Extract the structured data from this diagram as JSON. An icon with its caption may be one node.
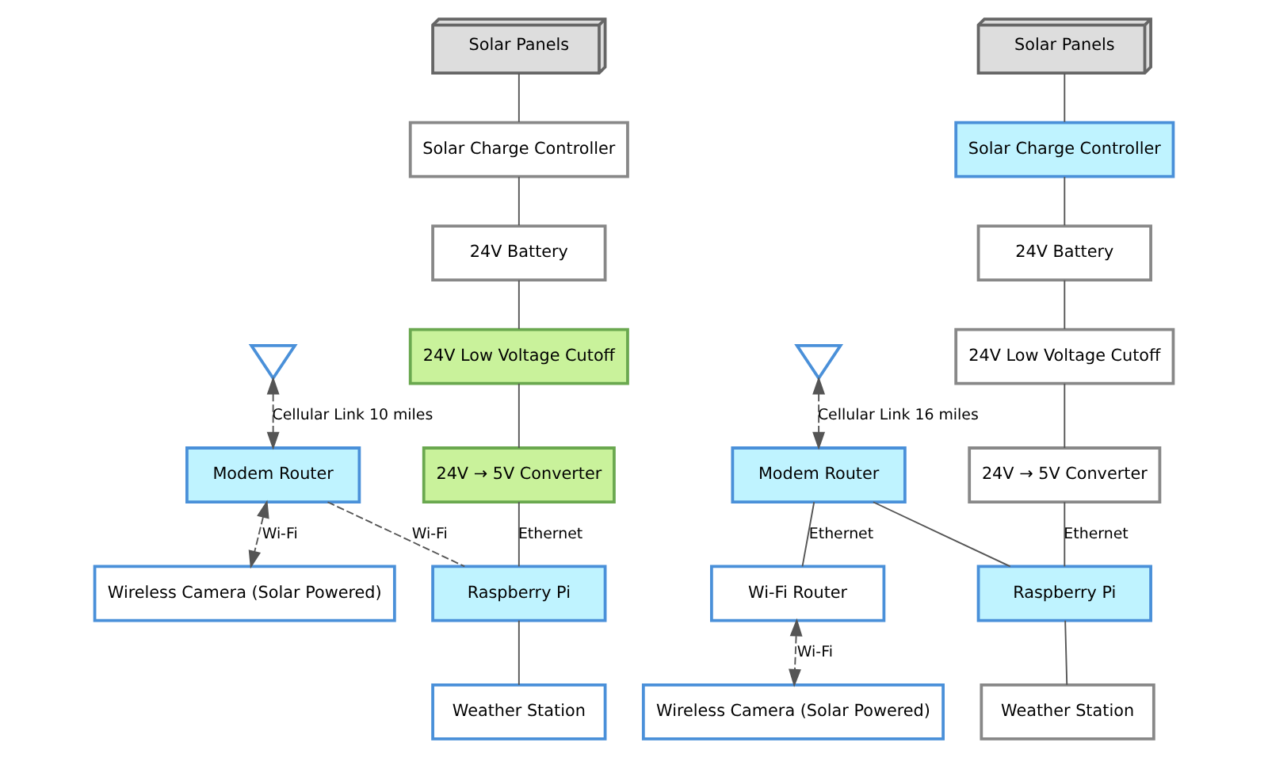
{
  "diagram": {
    "nodes": [
      {
        "text": [],
        "shape": "picture"
      },
      {
        "text": [
          "Modem Router"
        ]
      },
      {
        "text": [
          "Wireless Camera (Solar Powered)"
        ]
      },
      {
        "text": [
          "Raspberry Pi"
        ]
      },
      {
        "text": [
          "Weather Station"
        ]
      },
      {
        "text": [
          "24V → 5V Converter"
        ]
      },
      {
        "text": [
          "Solar Charge Controller"
        ]
      },
      {
        "text": [
          "24V Low Voltage Cutoff"
        ]
      },
      {
        "text": [
          "Solar Panels"
        ]
      },
      {
        "text": [
          "24V Battery"
        ]
      },
      {
        "text": [],
        "shape": "picture"
      },
      {
        "text": [
          "Modem Router"
        ]
      },
      {
        "text": [
          "Wi-Fi Router"
        ]
      },
      {
        "text": [
          "Wireless Camera (Solar Powered)"
        ]
      },
      {
        "text": [
          "Raspberry Pi"
        ]
      },
      {
        "text": [
          "24V → 5V Converter"
        ]
      },
      {
        "text": [
          "Weather Station"
        ]
      },
      {
        "text": [
          "Solar Charge Controller"
        ]
      },
      {
        "text": [
          "Solar Panels"
        ]
      },
      {
        "text": [
          "24V Low Voltage Cutoff"
        ]
      },
      {
        "text": [
          "24V Battery"
        ]
      }
    ],
    "edges": [
      {
        "from": 0,
        "to": 1,
        "arrow": "both",
        "label": "Cellular Link 10 miles",
        "style": "dashed"
      },
      {
        "from": 1,
        "to": 2,
        "arrow": "both",
        "label": "Wi-Fi",
        "style": "dashed"
      },
      {
        "from": 1,
        "to": 3,
        "arrow": "none",
        "label": "Wi-Fi",
        "style": "dashed"
      },
      {
        "from": 3,
        "to": 4,
        "arrow": "none"
      },
      {
        "from": 5,
        "to": 3,
        "arrow": "none",
        "label": "Ethernet"
      },
      {
        "from": 7,
        "to": 5,
        "arrow": "none"
      },
      {
        "from": 8,
        "to": 6,
        "arrow": "none"
      },
      {
        "from": 6,
        "to": 9,
        "arrow": "none"
      },
      {
        "from": 9,
        "to": 7,
        "arrow": "none"
      },
      {
        "from": 10,
        "to": 11,
        "arrow": "both",
        "label": "Cellular Link 16 miles",
        "style": "dashed"
      },
      {
        "from": 11,
        "to": 12,
        "arrow": "none",
        "label": "Ethernet"
      },
      {
        "from": 12,
        "to": 13,
        "arrow": "both",
        "label": "Wi-Fi",
        "style": "dashed"
      },
      {
        "from": 11,
        "to": 14,
        "arrow": "none"
      },
      {
        "from": 14,
        "to": 16,
        "arrow": "none"
      },
      {
        "from": 15,
        "to": 14,
        "arrow": "none",
        "label": "Ethernet"
      },
      {
        "from": 18,
        "to": 17,
        "arrow": "none"
      },
      {
        "from": 17,
        "to": 20,
        "arrow": "none"
      },
      {
        "from": 20,
        "to": 19,
        "arrow": "none"
      },
      {
        "from": 19,
        "to": 15,
        "arrow": "none"
      }
    ]
  }
}
